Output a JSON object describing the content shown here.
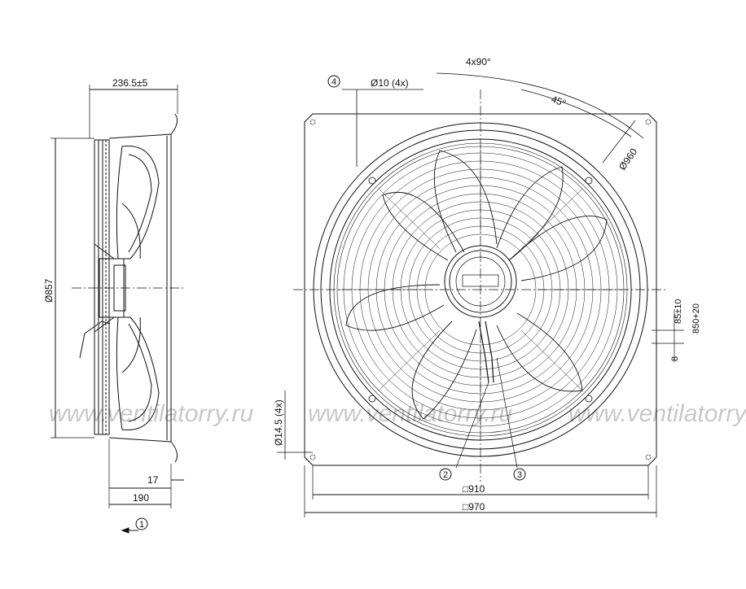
{
  "dimensions": {
    "depth_total": "236.5±5",
    "diameter_side": "Ø857",
    "offset_small": "17",
    "depth_base": "190",
    "holes_top": "Ø10 (4x)",
    "pattern": "4x90°",
    "angle": "45°",
    "bolt_circle": "Ø960",
    "cable_1": "85±10",
    "cable_2": "850+20",
    "cable_3": "8",
    "holes_side": "Ø14.5 (4x)",
    "inner_square": "□910",
    "outer_square": "□970"
  },
  "callouts": [
    "1",
    "2",
    "3",
    "4"
  ],
  "watermark": "www.ventilatorry.ru",
  "colors": {
    "line": "#111111",
    "watermark": "#c8c8c8"
  }
}
